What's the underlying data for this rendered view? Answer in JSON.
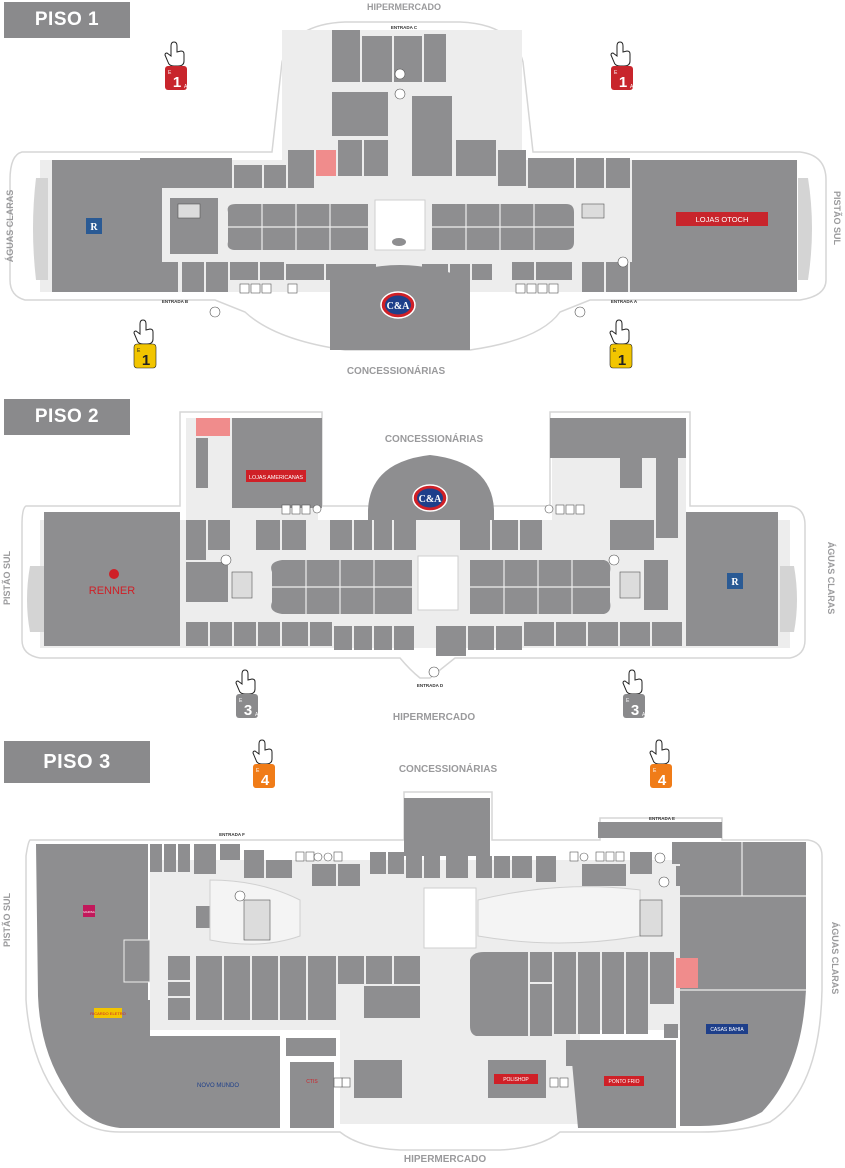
{
  "floors": [
    {
      "label": "PISO 1",
      "directions": {
        "top": "HIPERMERCADO",
        "bottom": "CONCESSIONÁRIAS",
        "left": "ÁGUAS CLARAS",
        "right": "PISTÃO SUL"
      },
      "entrances": [
        "ENTRADA C",
        "ENTRADA B",
        "ENTRADA A"
      ],
      "parking": [
        {
          "letter": "E",
          "number": "1",
          "sub": "A",
          "color": "#c8252c"
        },
        {
          "letter": "E",
          "number": "1",
          "sub": "A",
          "color": "#c8252c"
        },
        {
          "letter": "E",
          "number": "1",
          "sub": "",
          "color": "#f2c500"
        },
        {
          "letter": "E",
          "number": "1",
          "sub": "",
          "color": "#f2c500"
        }
      ],
      "anchors": [
        "C&A",
        "LOJAS OTOCH",
        "R"
      ]
    },
    {
      "label": "PISO 2",
      "directions": {
        "top": "CONCESSIONÁRIAS",
        "bottom": "HIPERMERCADO",
        "left": "PISTÃO SUL",
        "right": "ÁGUAS CLARAS"
      },
      "entrances": [
        "ENTRADA D"
      ],
      "parking": [
        {
          "letter": "E",
          "number": "3",
          "sub": "A",
          "color": "#8a8a8c"
        },
        {
          "letter": "E",
          "number": "3",
          "sub": "A",
          "color": "#8a8a8c"
        }
      ],
      "anchors": [
        "C&A",
        "RENNER",
        "LOJAS AMERICANAS",
        "R"
      ]
    },
    {
      "label": "PISO 3",
      "directions": {
        "top": "CONCESSIONÁRIAS",
        "bottom": "HIPERMERCADO",
        "left": "PISTÃO SUL",
        "right": "ÁGUAS CLARAS"
      },
      "entrances": [
        "ENTRADA F",
        "ENTRADA E"
      ],
      "parking": [
        {
          "letter": "E",
          "number": "4",
          "sub": "",
          "color": "#f07c18"
        },
        {
          "letter": "E",
          "number": "4",
          "sub": "",
          "color": "#f07c18"
        }
      ],
      "anchors": [
        "NOVO MUNDO",
        "POLISHOP",
        "PONTO FRIO",
        "CASAS BAHIA",
        "RICARDO ELETRO",
        "MARISA",
        "CTIS"
      ]
    }
  ],
  "colors": {
    "store": "#8e8e90",
    "corridor": "#ececec",
    "outline": "#d9d9d9",
    "highlight": "#f08c8c",
    "ca_red": "#cf2027",
    "ca_blue": "#1e3f8a"
  }
}
